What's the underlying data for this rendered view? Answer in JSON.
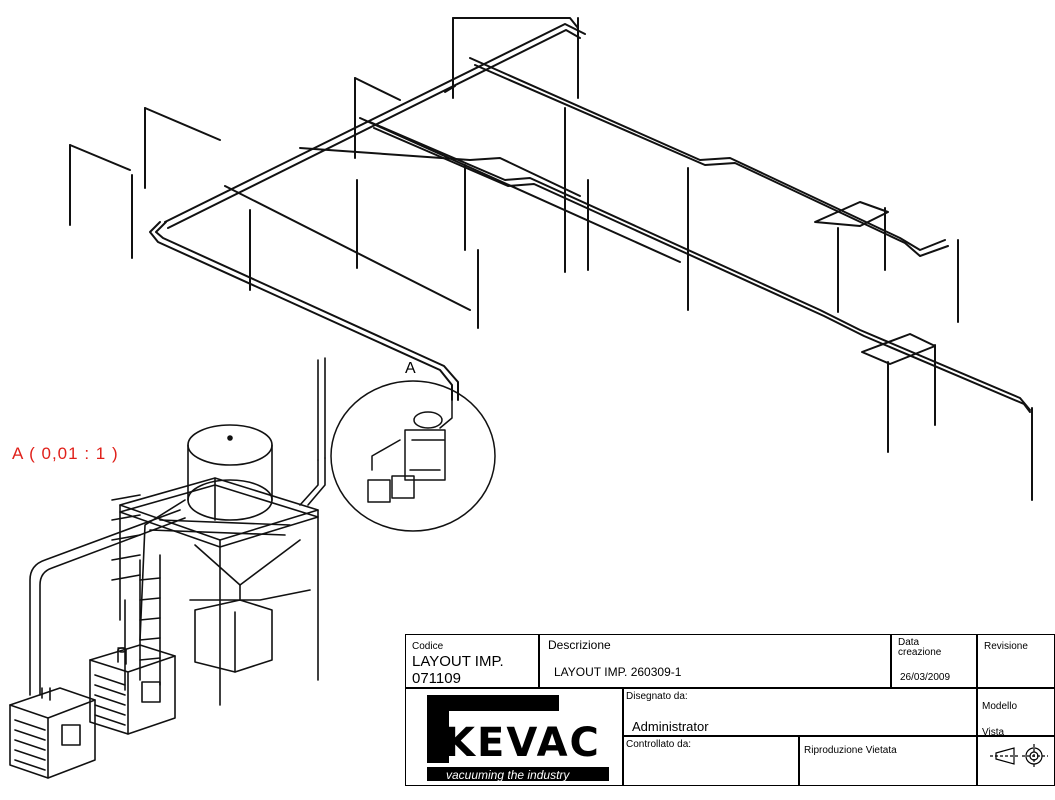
{
  "detail": {
    "scale_label": "A  ( 0,01 : 1 )",
    "callout_letter": "A"
  },
  "title_block": {
    "codice_label": "Codice",
    "codice_value": "LAYOUT IMP. 071109",
    "descrizione_label": "Descrizione",
    "descrizione_value": "LAYOUT IMP. 260309-1",
    "data_creazione_label": "Data creazione",
    "data_creazione_value": "26/03/2009",
    "revisione_label": "Revisione",
    "disegnato_label": "Disegnato da:",
    "disegnato_value": "Administrator",
    "controllato_label": "Controllato da:",
    "riproduzione_label": "Riproduzione Vietata",
    "modello_label": "Modello",
    "vista_label": "Vista",
    "logo_name": "KEVAC",
    "logo_tagline": "vacuuming the industry"
  },
  "icons": {
    "projection_symbol": "first-angle-projection-icon"
  }
}
